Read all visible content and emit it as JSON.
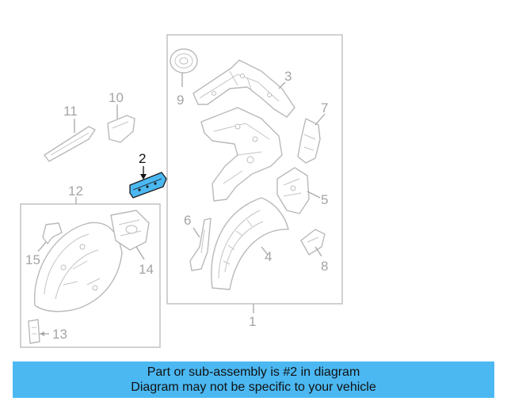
{
  "callouts": {
    "c1": "1",
    "c2": "2",
    "c3": "3",
    "c4": "4",
    "c5": "5",
    "c6": "6",
    "c7": "7",
    "c8": "8",
    "c9": "9",
    "c10": "10",
    "c11": "11",
    "c12": "12",
    "c13": "13",
    "c14": "14",
    "c15": "15"
  },
  "banner": {
    "line1": "Part or sub-assembly is #2 in diagram",
    "line2": "Diagram may not be specific to your vehicle"
  },
  "colors": {
    "banner_bg": "#4bb8f2",
    "highlight_part": "#4bb8f2",
    "line_art": "#b9b9b9"
  }
}
